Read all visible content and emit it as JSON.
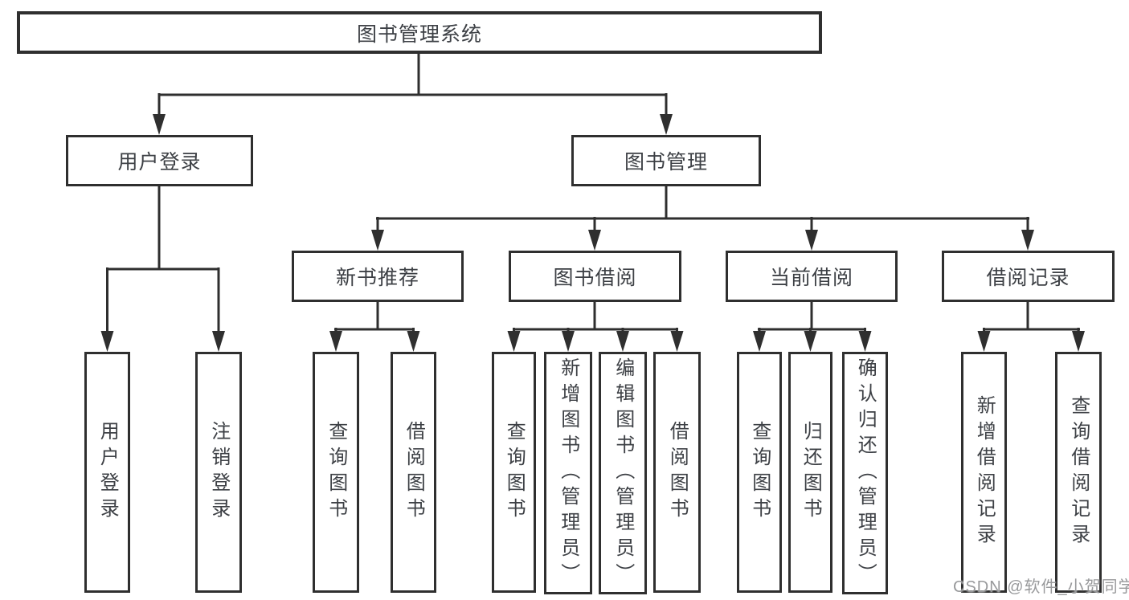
{
  "diagram": {
    "title": "图书管理系统",
    "level2": [
      {
        "id": "user-login",
        "label": "用户登录"
      },
      {
        "id": "book-management",
        "label": "图书管理"
      }
    ],
    "level3": [
      {
        "id": "new-book-recommend",
        "label": "新书推荐"
      },
      {
        "id": "book-borrowing",
        "label": "图书借阅"
      },
      {
        "id": "current-borrowing",
        "label": "当前借阅"
      },
      {
        "id": "borrowing-records",
        "label": "借阅记录"
      }
    ],
    "leaves": {
      "user_login": [
        "用户登录",
        "注销登录"
      ],
      "new_book_recommend": [
        "查询图书",
        "借阅图书"
      ],
      "book_borrowing": [
        "查询图书",
        "新增图书（管理员）",
        "编辑图书（管理员）",
        "借阅图书"
      ],
      "current_borrowing": [
        "查询图书",
        "归还图书",
        "确认归还（管理员）"
      ],
      "borrowing_records": [
        "新增借阅记录",
        "查询借阅记录"
      ]
    }
  },
  "watermark": "CSDN @软件_小贺同学",
  "colors": {
    "line": "#2f2f2f",
    "box_border": "#2f2f2f",
    "text": "#3d4045",
    "watermark": "#98999b",
    "background": "#ffffff"
  }
}
